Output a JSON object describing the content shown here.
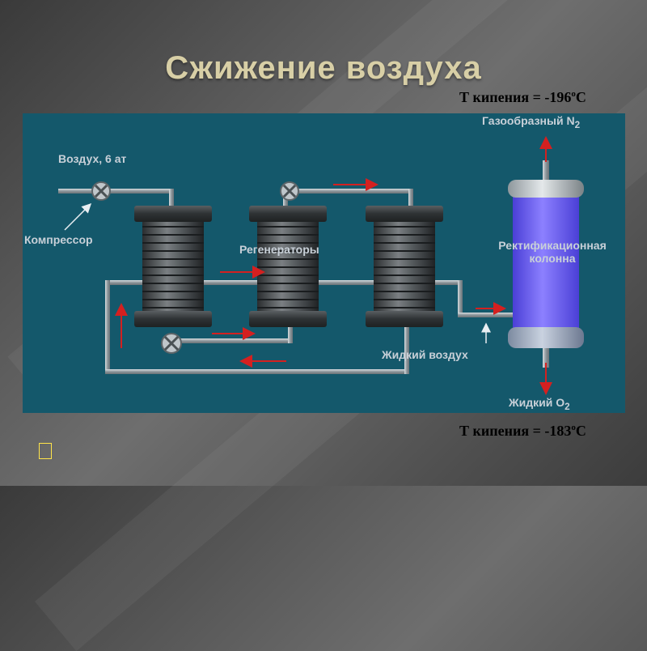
{
  "title": "Сжижение воздуха",
  "boiling_top": {
    "prefix": "Т кипения = -196",
    "sup": "о",
    "unit": "С"
  },
  "boiling_bottom": {
    "prefix": "Т кипения = -183",
    "sup": "о",
    "unit": "С"
  },
  "labels": {
    "air_input": "Воздух, 6 ат",
    "compressor": "Компрессор",
    "regenerators": "Регенераторы",
    "column_line1": "Ректификационная",
    "column_line2": "колонна",
    "gas_nitrogen": "Газообразный N",
    "gas_nitrogen_sub": "2",
    "liquid_air": "Жидкий воздух",
    "liquid_oxygen": "Жидкий О",
    "liquid_oxygen_sub": "2"
  },
  "nav": {
    "symbol": ""
  },
  "colors": {
    "panel": "#14586b",
    "title": "#d8cfa6",
    "arrow": "#d42020",
    "column": "#6a5cf0",
    "nav": "#ffe44a"
  }
}
